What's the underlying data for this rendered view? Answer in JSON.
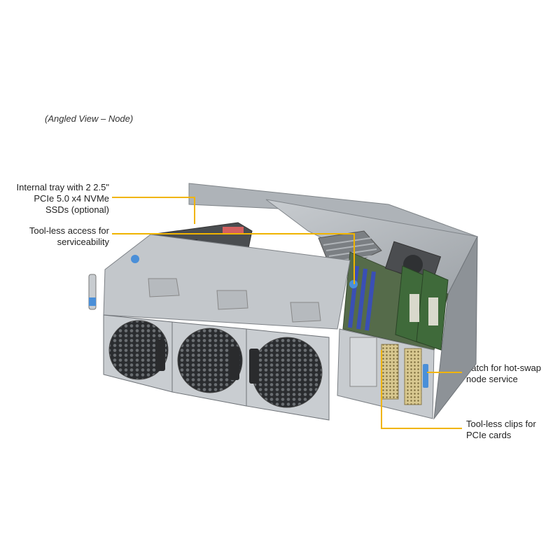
{
  "caption": "(Angled View – Node)",
  "callouts": {
    "internal_tray": [
      "Internal tray with 2 2.5\"",
      "PCIe 5.0 x4 NVMe",
      "SSDs (optional)"
    ],
    "toolless_access": [
      "Tool-less access for",
      "serviceability"
    ],
    "latch": [
      "Latch for hot-swap",
      "node service"
    ],
    "pcie_clips": [
      "Tool-less clips for",
      "PCIe cards"
    ]
  },
  "colors": {
    "callout_line": "#f0b400",
    "chassis": "#b9bec3",
    "fan_frame": "#c9cdd1",
    "dimm": "#3a4fb5",
    "latch_blue": "#4a8fd8"
  }
}
